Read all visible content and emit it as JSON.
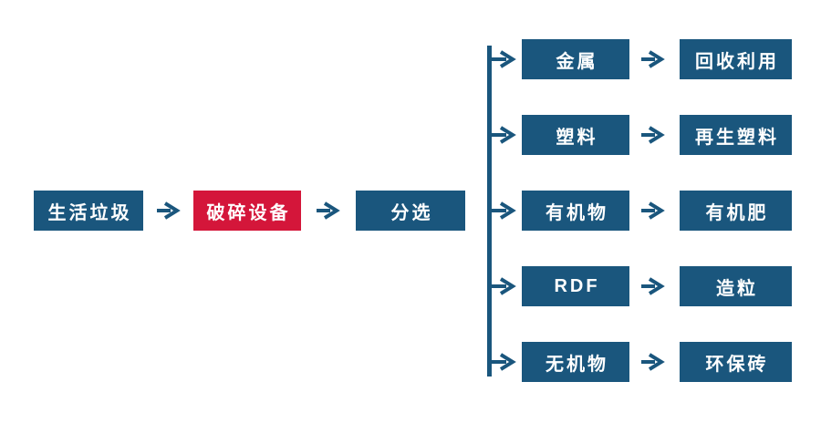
{
  "diagram_type": "flowchart",
  "colors": {
    "blue": "#1A567D",
    "red": "#D4163A",
    "text": "#FFFFFF",
    "background": "#FFFFFF"
  },
  "main_flow": {
    "nodes": [
      {
        "id": "household-waste",
        "label": "生活垃圾",
        "variant": "blue"
      },
      {
        "id": "crushing-equipment",
        "label": "破碎设备",
        "variant": "red"
      },
      {
        "id": "sorting",
        "label": "分选",
        "variant": "blue"
      }
    ]
  },
  "branches": [
    {
      "source": "金属",
      "result": "回收利用"
    },
    {
      "source": "塑料",
      "result": "再生塑料"
    },
    {
      "source": "有机物",
      "result": "有机肥"
    },
    {
      "source": "RDF",
      "result": "造粒"
    },
    {
      "source": "无机物",
      "result": "环保砖"
    }
  ]
}
